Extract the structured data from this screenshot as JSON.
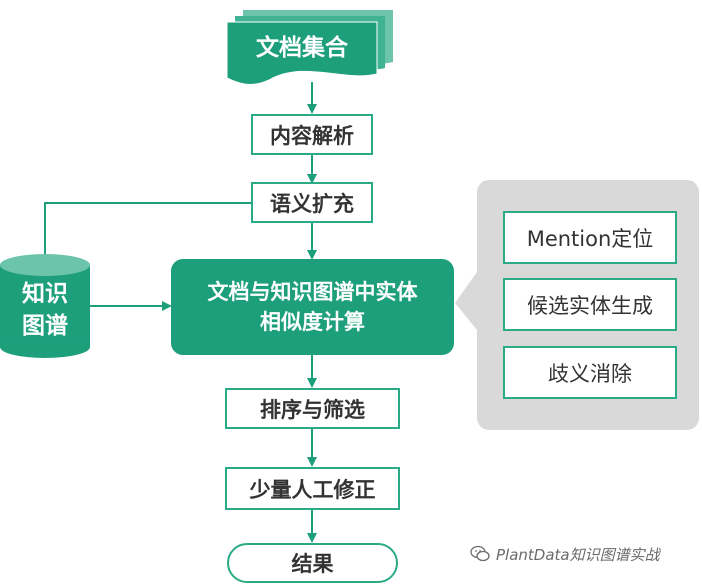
{
  "nodes": {
    "doc_set": "文档集合",
    "content_parse": "内容解析",
    "semantic_expand": "语义扩充",
    "kg_db_line1": "知识",
    "kg_db_line2": "图谱",
    "similarity_line1": "文档与知识图谱中实体",
    "similarity_line2": "相似度计算",
    "sort_filter": "排序与筛选",
    "manual_fix": "少量人工修正",
    "result": "结果"
  },
  "panel": {
    "items": [
      "Mention定位",
      "候选实体生成",
      "歧义消除"
    ]
  },
  "watermark": "PlantData知识图谱实战",
  "colors": {
    "accent": "#1d9f7c",
    "border": "#2aab86",
    "panel": "#d9d9d9"
  }
}
